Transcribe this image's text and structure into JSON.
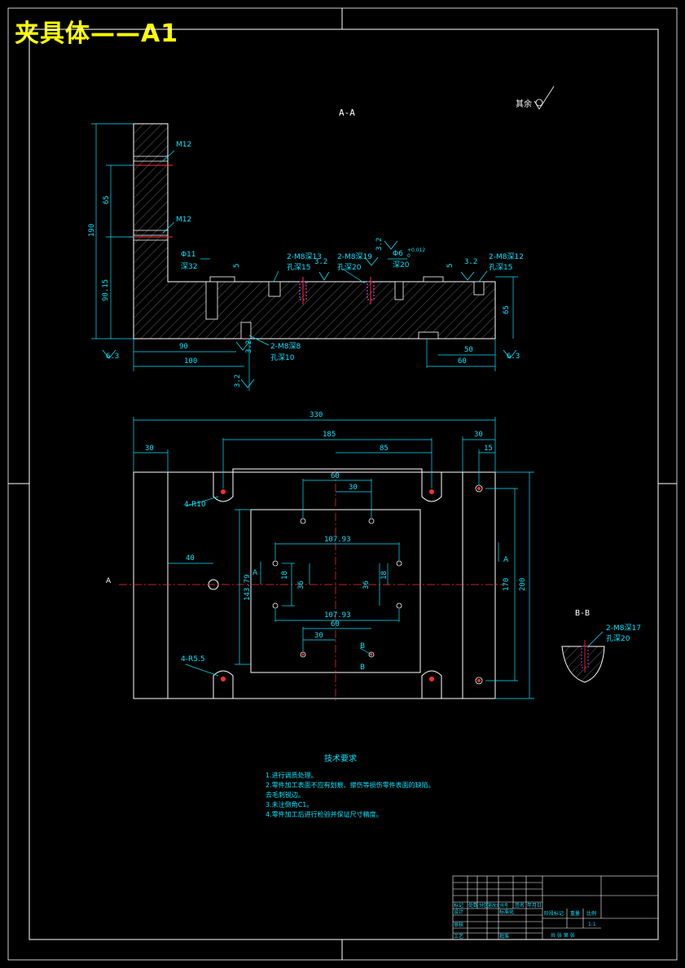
{
  "title": "夹具体——A1",
  "section_aa": "A-A",
  "section_bb": "B-B",
  "rest_roughness": "其余",
  "dims": {
    "h190": "190",
    "h65": "65",
    "h90_15": "90.15",
    "h65_right": "65",
    "w90": "90",
    "w100": "100",
    "w50": "50",
    "w60": "60",
    "w330": "330",
    "w185": "185",
    "w85": "85",
    "w30_l": "30",
    "w30_r": "30",
    "w15": "15",
    "w60_top": "60",
    "w30_top": "30",
    "w107_93_a": "107.93",
    "w107_93_b": "107.93",
    "w60_bot": "60",
    "w30_bot": "30",
    "w40": "40",
    "h18_a": "18",
    "h36_a": "36",
    "h36_b": "36",
    "h18_b": "18",
    "h143_79": "143.79",
    "h170": "170",
    "h200": "200",
    "r6_3_l": "6.3",
    "r6_3_r": "6.3",
    "r3_2_a": "3.2",
    "r3_2_b": "3.2",
    "r3_2_c": "3.2",
    "r3_2_d": "3.2",
    "r3_2_e": "3.2",
    "r3_2_f": "3.2",
    "five_a": "5",
    "five_b": "5"
  },
  "callouts": {
    "m12_top": "M12",
    "m12_bottom": "M12",
    "phi11": "Φ11",
    "deep32": "深32",
    "m8_13": "2-M8深13",
    "hole15_a": "孔深15",
    "m8_19": "2-M8深19",
    "hole20_a": "孔深20",
    "phi6": "Φ6",
    "phi6_tol": "+0.012",
    "phi6_tol2": "0",
    "deep20": "深20",
    "m8_12": "2-M8深12",
    "hole15_b": "孔深15",
    "m8_8": "2-M8深8",
    "hole10": "孔深10",
    "r10": "4-R10",
    "r5_5": "4-R5.5",
    "m8_17": "2-M8深17",
    "hole20_b": "孔深20",
    "a_left": "A",
    "a_right": "A",
    "a_mid": "A",
    "b_top": "B",
    "b_bot": "B"
  },
  "tech": {
    "heading": "技术要求",
    "lines": [
      "1.进行调质处理。",
      "2.零件加工表面不应有划痕、擦伤等损伤零件表面的缺陷。",
      "  去毛刺锐边。",
      "3.未注倒角C1。",
      "4.零件加工后进行检验并保证尺寸精度。"
    ]
  },
  "titleblock": {
    "row_labels": [
      "标记",
      "处数",
      "分区",
      "更改文件号",
      "签名",
      "年月日"
    ],
    "design": "设计",
    "std": "标准化",
    "review": "审核",
    "craft": "工艺",
    "approve": "批准",
    "stage": "阶段标记",
    "weight": "重量",
    "scale": "比例",
    "scale_val": "1:1",
    "sheets": "共 张 第 张"
  }
}
